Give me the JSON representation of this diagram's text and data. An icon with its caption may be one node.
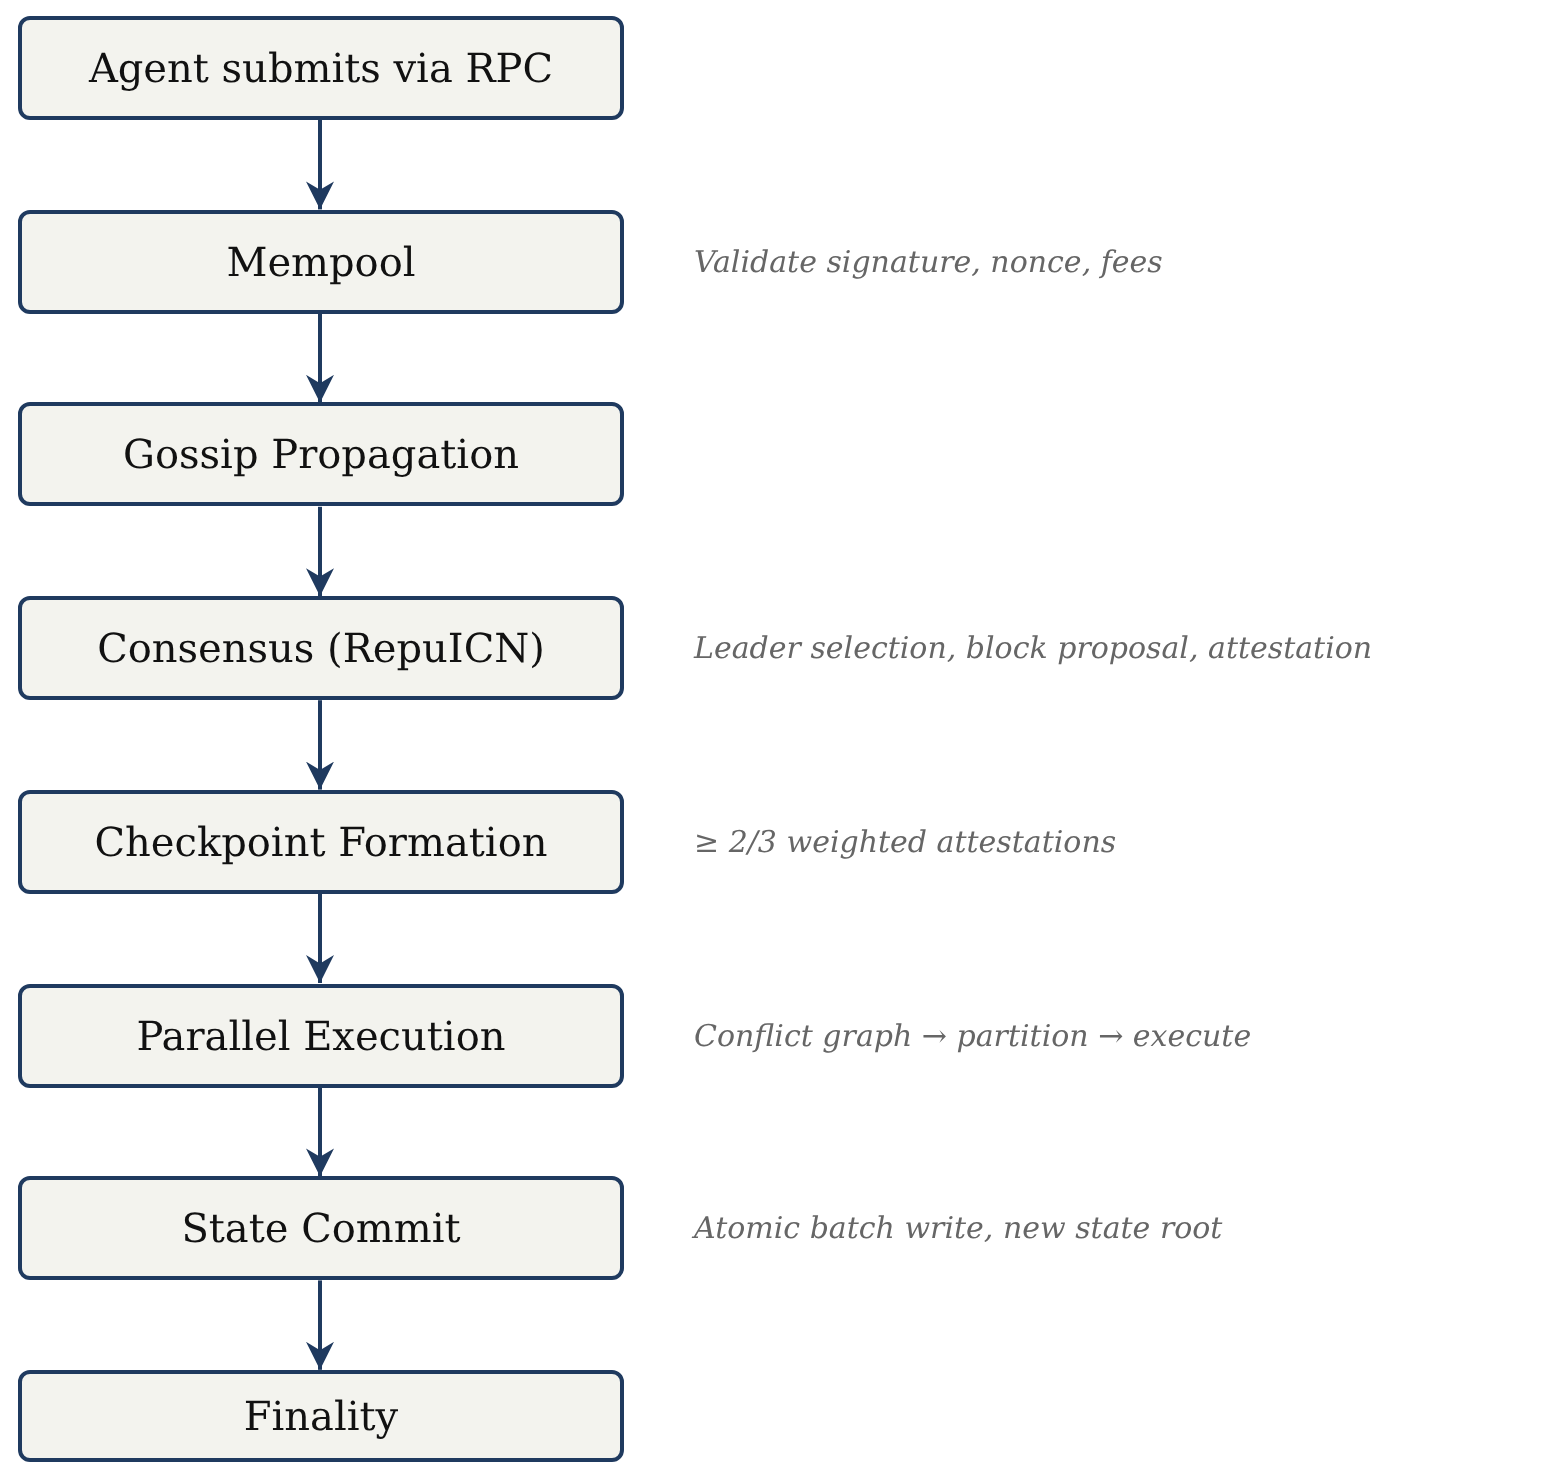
{
  "diagram": {
    "nodes": [
      {
        "text": [
          "Agent submits via RPC"
        ]
      },
      {
        "text": [
          "Mempool"
        ],
        "beside": [
          "Validate signature, nonce, fees"
        ]
      },
      {
        "text": [
          "Gossip Propagation"
        ]
      },
      {
        "text": [
          "Consensus (RepuICN)"
        ],
        "beside": [
          "Leader selection, block proposal, attestation"
        ]
      },
      {
        "text": [
          "Checkpoint Formation"
        ],
        "beside": [
          "≥ 2/3 weighted attestations"
        ]
      },
      {
        "text": [
          "Parallel Execution"
        ],
        "beside": [
          "Conflict graph → partition → execute"
        ]
      },
      {
        "text": [
          "State Commit"
        ],
        "beside": [
          "Atomic batch write, new state root"
        ]
      },
      {
        "text": [
          "Finality"
        ]
      }
    ],
    "edges": [
      {
        "from": 0,
        "to": 1,
        "arrow": "to"
      },
      {
        "from": 1,
        "to": 2,
        "arrow": "to"
      },
      {
        "from": 2,
        "to": 3,
        "arrow": "to"
      },
      {
        "from": 3,
        "to": 4,
        "arrow": "to"
      },
      {
        "from": 4,
        "to": 5,
        "arrow": "to"
      },
      {
        "from": 5,
        "to": 6,
        "arrow": "to"
      },
      {
        "from": 6,
        "to": 7,
        "arrow": "to"
      }
    ]
  }
}
